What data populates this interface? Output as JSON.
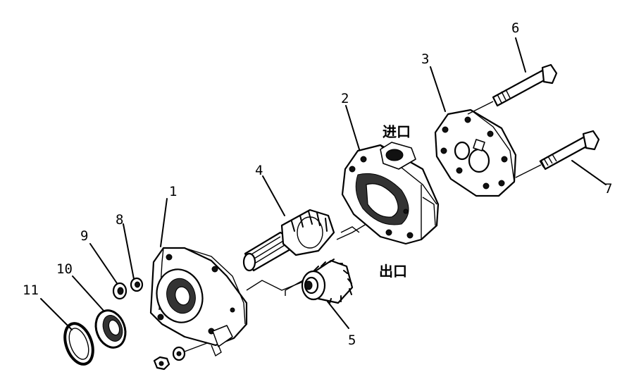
{
  "diagram": {
    "callouts": [
      {
        "id": "1",
        "label": "1"
      },
      {
        "id": "2",
        "label": "2"
      },
      {
        "id": "3",
        "label": "3"
      },
      {
        "id": "4",
        "label": "4"
      },
      {
        "id": "5",
        "label": "5"
      },
      {
        "id": "6",
        "label": "6"
      },
      {
        "id": "7",
        "label": "7"
      },
      {
        "id": "8",
        "label": "8"
      },
      {
        "id": "9",
        "label": "9"
      },
      {
        "id": "10",
        "label": "10"
      },
      {
        "id": "11",
        "label": "11"
      }
    ],
    "ports": {
      "inlet": "进口",
      "outlet": "出口"
    }
  }
}
